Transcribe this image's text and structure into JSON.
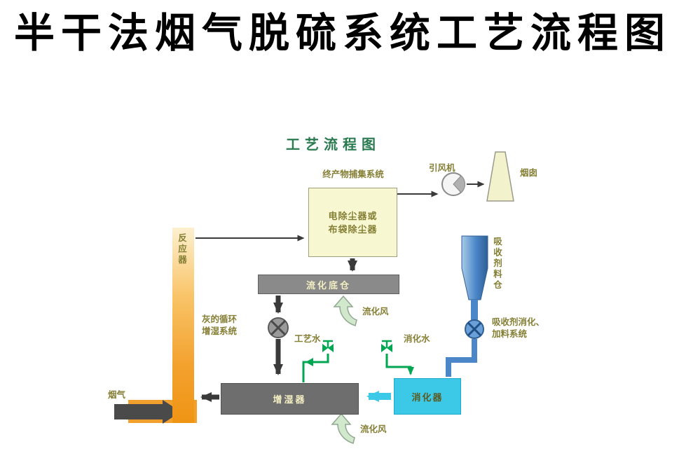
{
  "page": {
    "title": "半干法烟气脱硫系统工艺流程图"
  },
  "diagram": {
    "title": "工艺流程图",
    "labels": {
      "product_capture_system": "终产物捕集系统",
      "induced_draft_fan": "引风机",
      "chimney": "烟囱",
      "dust_collector": "电除尘器或\n布袋除尘器",
      "reactor": "反应器",
      "flue_gas": "烟气",
      "fluidized_bottom_silo": "流化底仓",
      "fluidizing_air_top": "流化风",
      "fluidizing_air_bottom": "流化风",
      "ash_circulation_system": "灰的循环\n增湿系统",
      "process_water": "工艺水",
      "digestion_water": "消化水",
      "humidifier": "增湿器",
      "digester": "消化器",
      "absorbent_silo": "吸收剂料仓",
      "absorbent_feed_system": "吸收剂消化、\n加料系统"
    },
    "colors": {
      "diagram_title_green": "#2a7a50",
      "label_olive": "#857f35",
      "reactor_orange": "#f2a02d",
      "pale_yellow": "#f7f7d2",
      "gray_box": "#6e6e6e",
      "cyan_box": "#3cc9e8",
      "hopper_blue": "#4a86c8",
      "pipe_green": "#00a651",
      "pale_green_arrow": "#d2e8cc"
    }
  }
}
